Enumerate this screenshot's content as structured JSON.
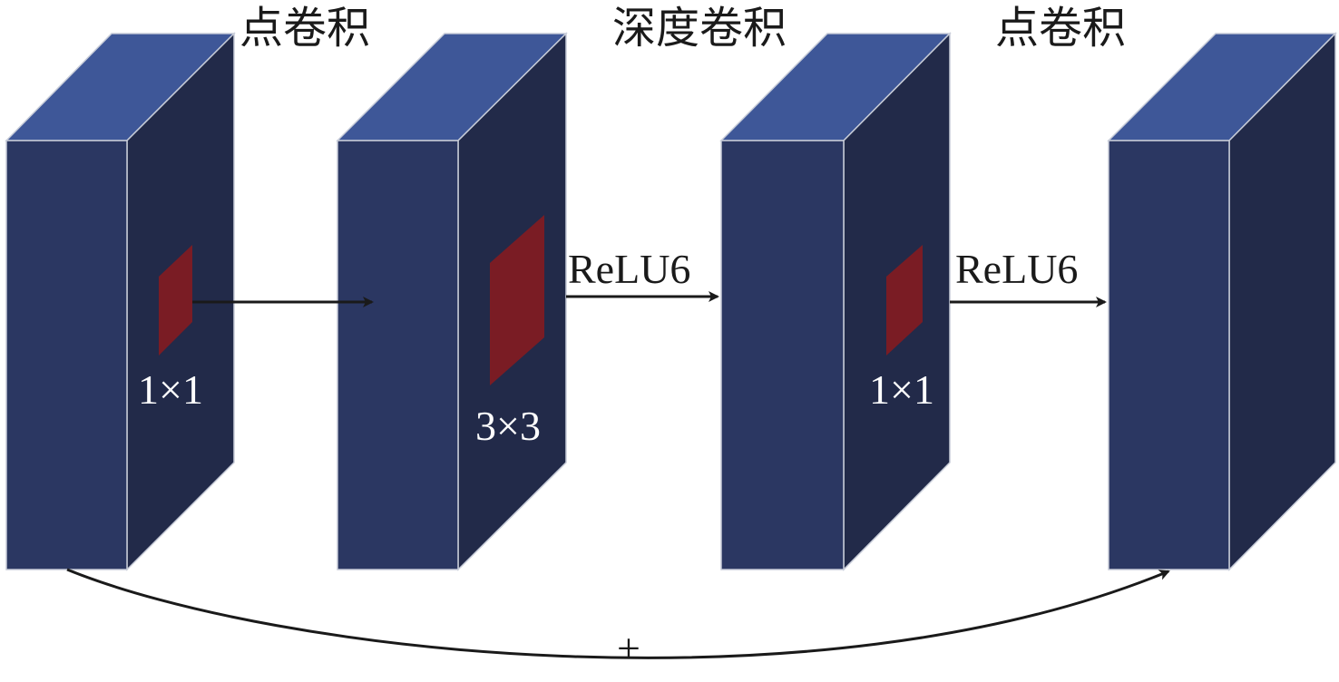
{
  "captions": {
    "left": "点卷积",
    "middle": "深度卷积",
    "right": "点卷积"
  },
  "activations": {
    "first": "ReLU6",
    "second": "ReLU6"
  },
  "kernels": {
    "first": "1×1",
    "second": "3×3",
    "third": "1×1"
  },
  "skip_connection": {
    "symbol": "+"
  },
  "colors": {
    "block_front": "#2b3762",
    "block_top": "#3e5798",
    "block_side": "#222a49",
    "block_edge": "#c7ccd8",
    "kernel": "#7a1c24",
    "arrow": "#1a1a1a"
  }
}
